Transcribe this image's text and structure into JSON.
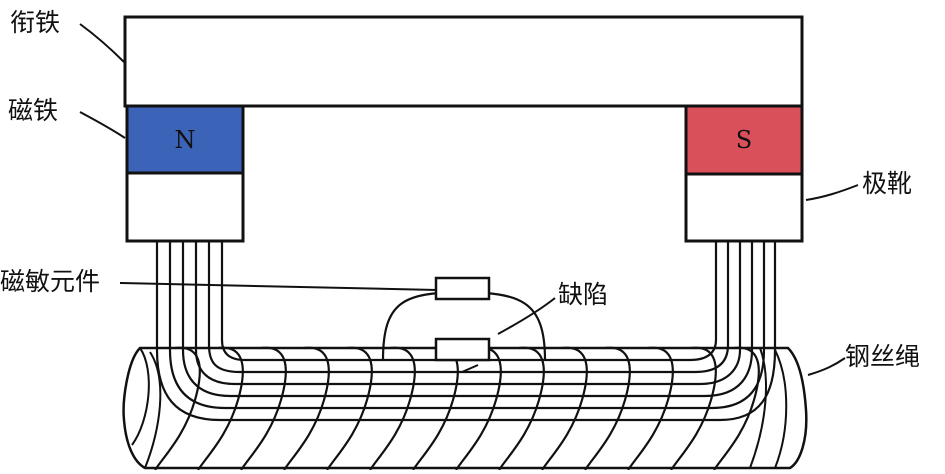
{
  "labels": {
    "armature": "衔铁",
    "magnet": "磁铁",
    "pole_shoe": "极靴",
    "sensor": "磁敏元件",
    "defect": "缺陷",
    "wire_rope": "钢丝绳"
  },
  "poles": {
    "north": "N",
    "south": "S"
  },
  "colors": {
    "north": "#3b63b7",
    "south": "#d9505b",
    "line": "#111111",
    "background": "#ffffff"
  }
}
